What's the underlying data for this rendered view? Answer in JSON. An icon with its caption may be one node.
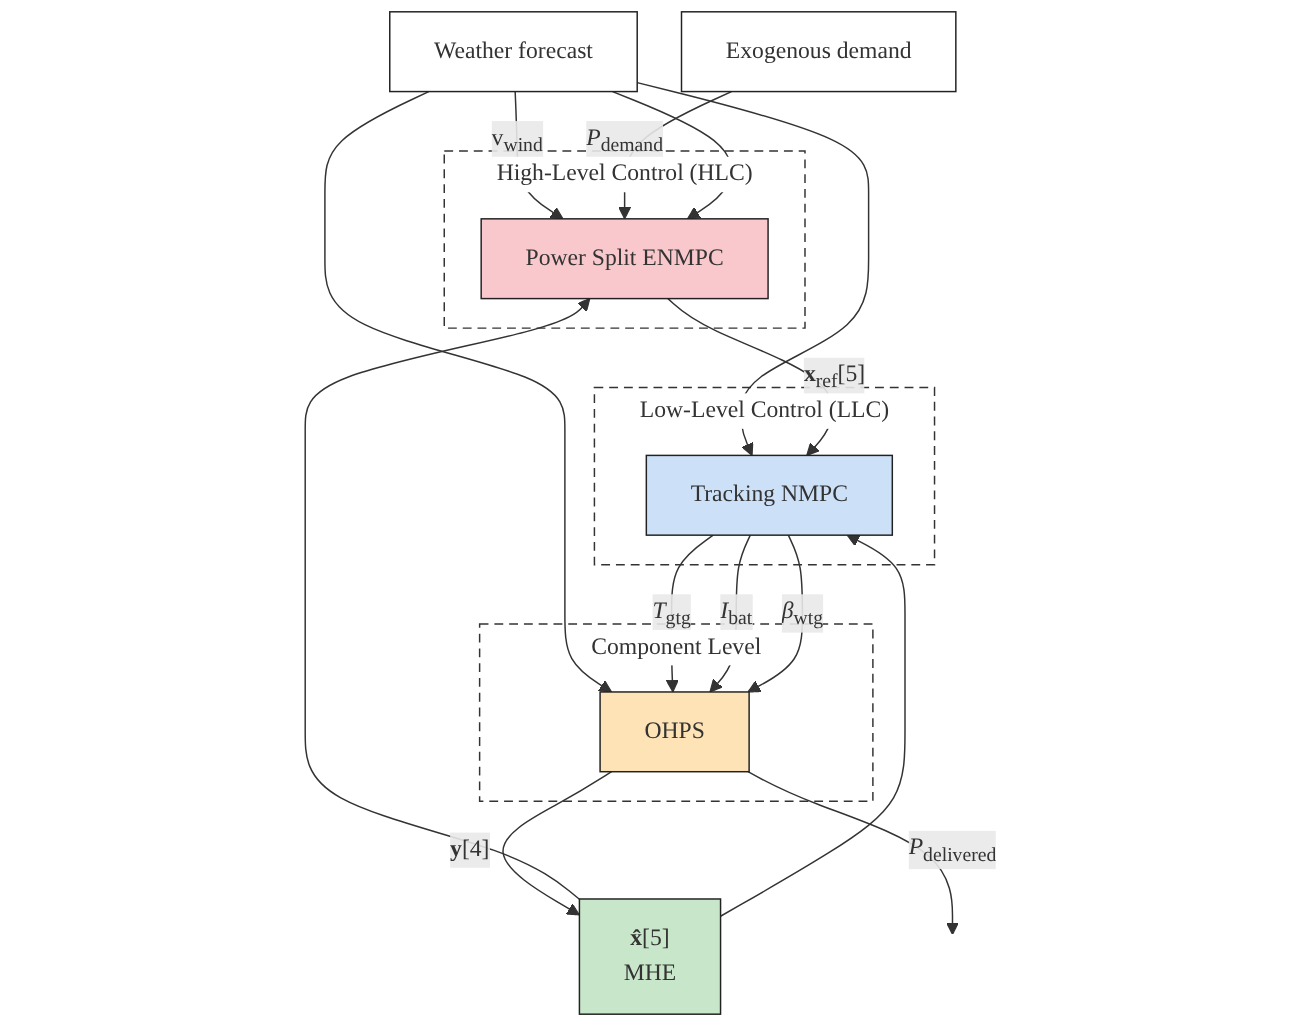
{
  "diagram": {
    "nodes": [
      {
        "text": [
          "Weather forecast"
        ]
      },
      {
        "text": [
          "Exogenous demand"
        ]
      },
      {
        "text": [
          "High-Level Control (HLC)"
        ]
      },
      {
        "text": [
          "Power Split ENMPC"
        ],
        "in": 2
      },
      {
        "text": [
          "Low-Level Control (LLC)"
        ]
      },
      {
        "text": [
          "Tracking NMPC"
        ],
        "in": 4
      },
      {
        "text": [
          "Component Level"
        ]
      },
      {
        "text": [
          "OHPS"
        ],
        "in": 6
      },
      {
        "text": [
          "**x̂**[5]",
          "MHE"
        ]
      }
    ],
    "edges": [
      {
        "from": 0,
        "to": 3,
        "arrow": "to",
        "label": "v$_{wind}$"
      },
      {
        "from": 1,
        "to": 3,
        "arrow": "to",
        "label": "*P*$_{demand}$"
      },
      {
        "from": 0,
        "to": 3,
        "arrow": "to"
      },
      {
        "from": 0,
        "to": 5,
        "arrow": "to"
      },
      {
        "from": 0,
        "to": 7,
        "arrow": "to"
      },
      {
        "from": 3,
        "to": 5,
        "arrow": "to",
        "label": "**x**$_{ref}$[5]"
      },
      {
        "from": 5,
        "to": 7,
        "arrow": "to",
        "label": "*T*$_{gtg}$"
      },
      {
        "from": 5,
        "to": 7,
        "arrow": "to",
        "label": "*I*$_{bat}$"
      },
      {
        "from": 5,
        "to": 7,
        "arrow": "to",
        "label": "*β*$_{wtg}$"
      },
      {
        "from": 7,
        "to": 8,
        "arrow": "to",
        "label": "**y**[4]"
      },
      {
        "from": 8,
        "to": 3,
        "arrow": "to"
      },
      {
        "from": 8,
        "to": 5,
        "arrow": "to"
      },
      {
        "from": 7,
        "to": null,
        "arrow": "to",
        "label": "*P*$_{delivered}$"
      }
    ]
  }
}
